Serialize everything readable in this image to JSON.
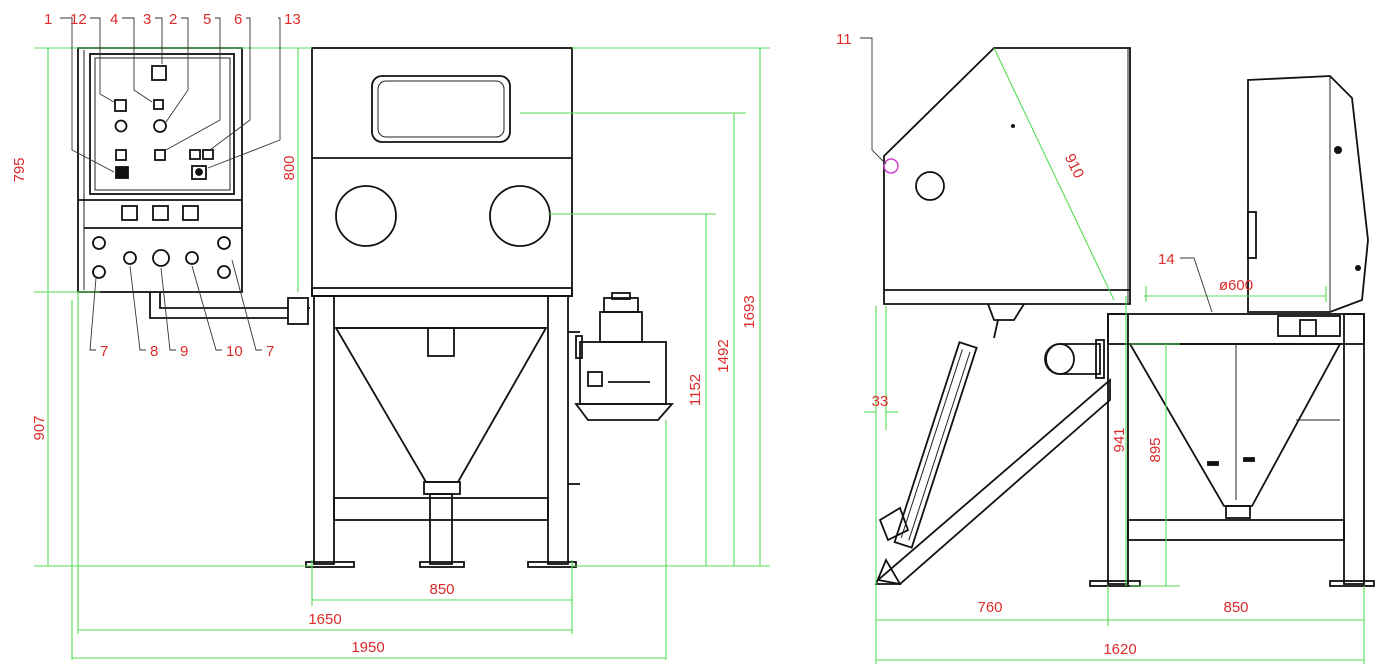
{
  "front_view": {
    "callouts": [
      "1",
      "12",
      "4",
      "3",
      "2",
      "5",
      "6",
      "13",
      "7",
      "8",
      "9",
      "10",
      "7"
    ],
    "dimensions": {
      "panel_upper_height": "795",
      "panel_lower_height": "907",
      "window_section_height": "800",
      "height_1152": "1152",
      "height_1492": "1492",
      "overall_height": "1693",
      "leg_span": "850",
      "cabinet_width": "1650",
      "overall_width": "1950"
    }
  },
  "side_view": {
    "callouts": [
      "11",
      "14"
    ],
    "dimensions": {
      "diagonal": "910",
      "hole_diameter": "ø600",
      "offset": "33",
      "height_941": "941",
      "height_895": "895",
      "depth_front": "760",
      "depth_rear": "850",
      "overall_depth": "1620"
    }
  },
  "colors": {
    "outline": "#111111",
    "dimension_lines": "#55dd55",
    "dimension_text": "#dd2a2a",
    "highlight_circle": "#cc44cc"
  }
}
